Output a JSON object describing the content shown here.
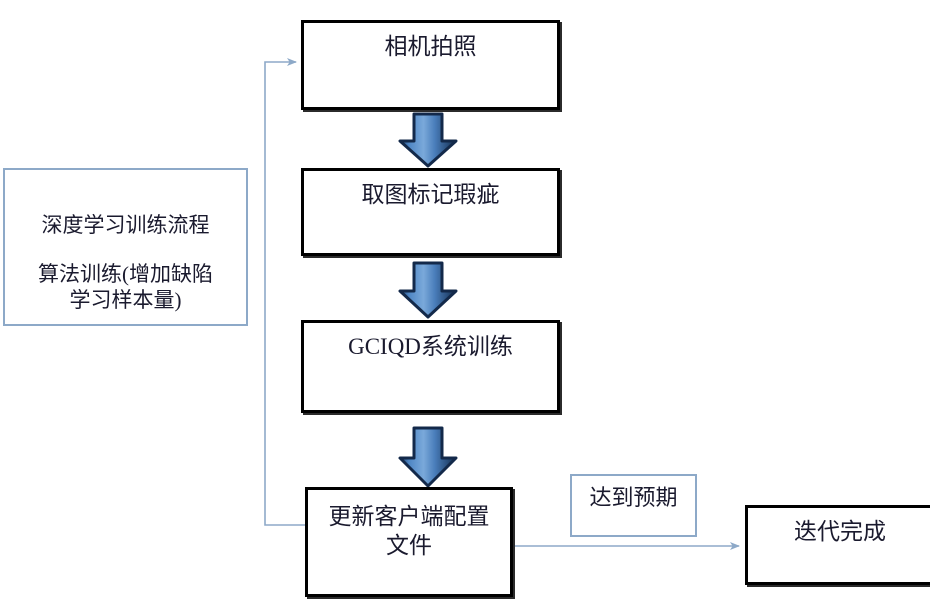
{
  "diagram": {
    "title_note": {
      "line1": "深度学习训练流程",
      "line2": "算法训练(增加缺陷\n学习样本量)"
    },
    "nodes": [
      {
        "id": "capture",
        "label": "相机拍照"
      },
      {
        "id": "mark",
        "label": "取图标记瑕疵"
      },
      {
        "id": "train",
        "label": "GCIQD系统训练"
      },
      {
        "id": "update",
        "label": "更新客户端配置\n文件"
      },
      {
        "id": "expect",
        "label": "达到预期"
      },
      {
        "id": "done",
        "label": "迭代完成"
      }
    ],
    "connectors": [
      {
        "id": "arrow-capture-mark",
        "kind": "block-arrow-down"
      },
      {
        "id": "arrow-mark-train",
        "kind": "block-arrow-down"
      },
      {
        "id": "arrow-train-update",
        "kind": "block-arrow-down"
      },
      {
        "id": "arrow-update-done",
        "kind": "thin-arrow-right"
      },
      {
        "id": "arrow-feedback-loop",
        "kind": "thin-arrow-loop"
      }
    ],
    "colors": {
      "arrow_fill_light": "#5b8fc9",
      "arrow_fill_dark": "#17365d",
      "arrow_outline": "#17365d",
      "thin_line": "#8da9c8",
      "box_border_black": "#000000",
      "box_border_blue": "#8da9c8",
      "text": "#1a1a2e",
      "background": "#ffffff"
    }
  }
}
